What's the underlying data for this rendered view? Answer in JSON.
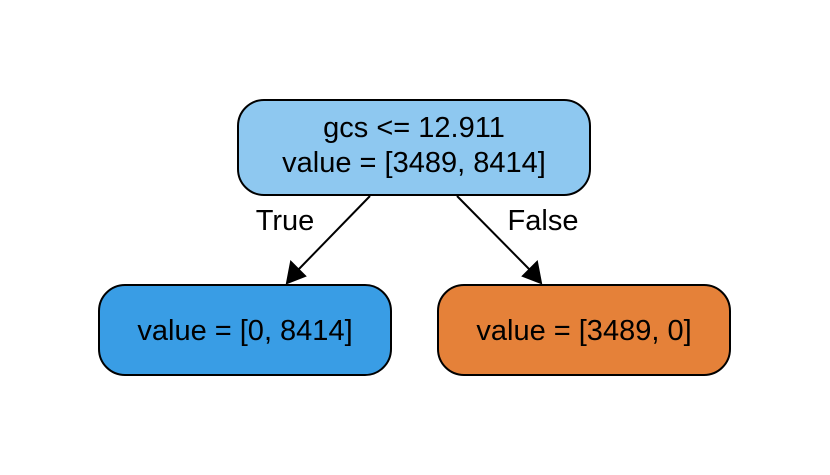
{
  "tree": {
    "root": {
      "split_label": "gcs <= 12.911",
      "value_label": "value = [3489, 8414]",
      "fill": "#8ec8f0"
    },
    "left_child": {
      "value_label": "value = [0, 8414]",
      "fill": "#399de5"
    },
    "right_child": {
      "value_label": "value = [3489, 0]",
      "fill": "#e58139"
    },
    "edge_labels": {
      "left": "True",
      "right": "False"
    },
    "colors": {
      "border": "#000000",
      "edge": "#000000",
      "background": "#ffffff"
    }
  }
}
